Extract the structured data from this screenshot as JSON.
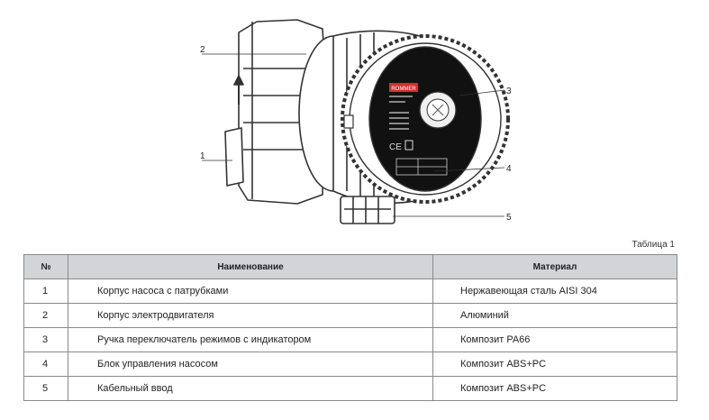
{
  "figure": {
    "callouts": [
      "1",
      "2",
      "3",
      "4",
      "5"
    ],
    "brand": "ROMMER"
  },
  "table": {
    "caption": "Таблица 1",
    "headers": {
      "num": "№",
      "name": "Наименование",
      "material": "Материал"
    },
    "rows": [
      {
        "num": "1",
        "name": "Корпус насоса с патрубками",
        "material": "Нержавеющая сталь AISI 304"
      },
      {
        "num": "2",
        "name": "Корпус электродвигателя",
        "material": "Алюминий"
      },
      {
        "num": "3",
        "name": "Ручка переключатель режимов с индикатором",
        "material": "Композит PA66"
      },
      {
        "num": "4",
        "name": "Блок управления насосом",
        "material": "Композит ABS+PC"
      },
      {
        "num": "5",
        "name": "Кабельный ввод",
        "material": "Композит ABS+PC"
      }
    ]
  }
}
